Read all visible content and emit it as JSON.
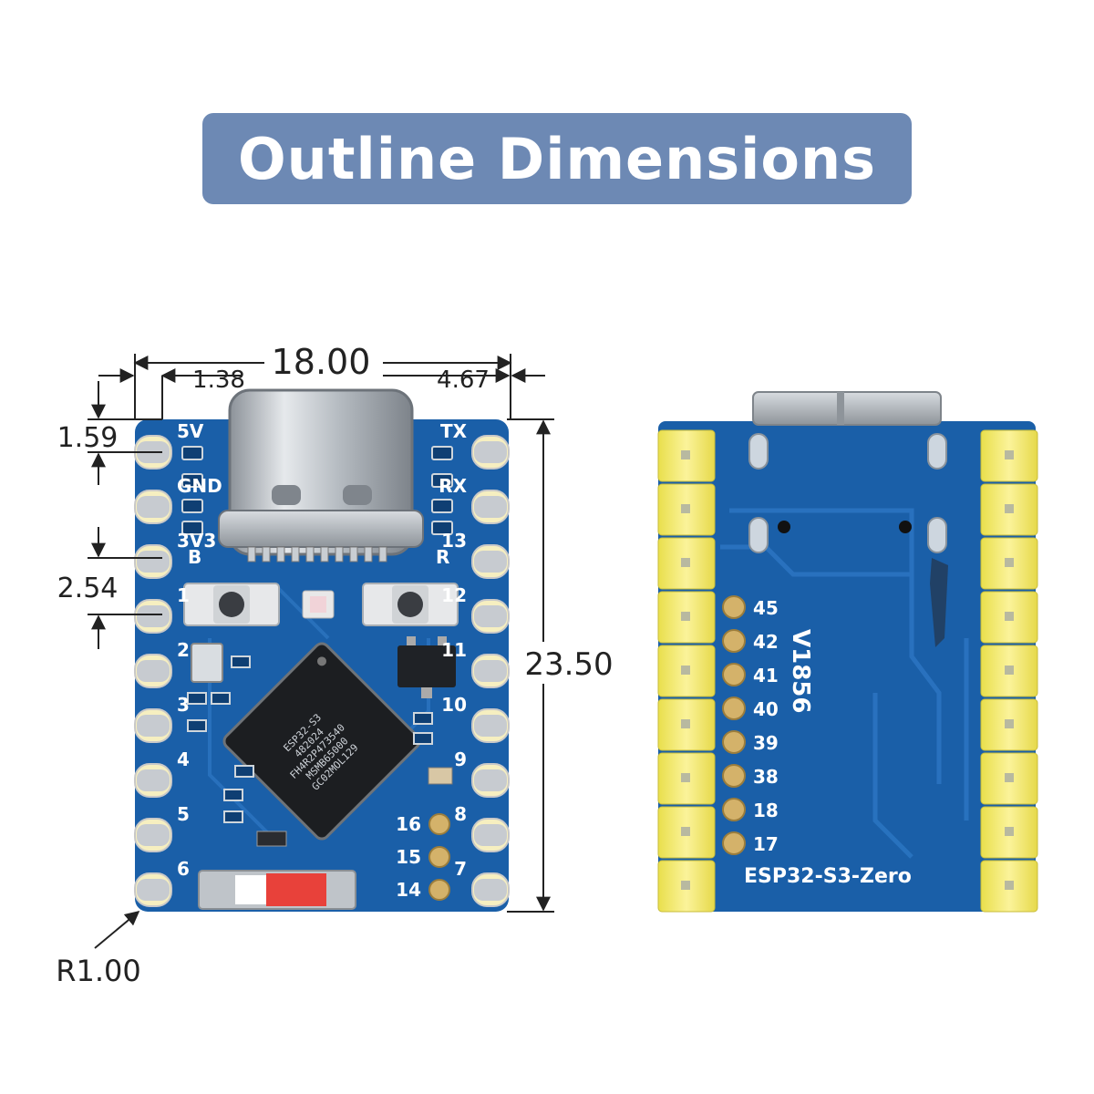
{
  "title": "Outline Dimensions",
  "dimensions": {
    "width": "18.00",
    "left_offset": "1.38",
    "right_offset": "4.67",
    "top_offset": "1.59",
    "pin_pitch": "2.54",
    "height": "23.50",
    "corner_radius": "R1.00"
  },
  "front_board": {
    "left_pins": [
      "5V",
      "GND",
      "3V3",
      "1",
      "2",
      "3",
      "4",
      "5",
      "6"
    ],
    "right_pins": [
      "TX",
      "RX",
      "13",
      "12",
      "11",
      "10",
      "9",
      "8",
      "7"
    ],
    "boot_label": "B",
    "reset_label": "R",
    "bottom_pads": [
      "16",
      "15",
      "14"
    ],
    "chip_text": [
      "ESP32-S3",
      "482024",
      "FH4R2P473540",
      "MSMB65000",
      "GC02MOL129"
    ]
  },
  "back_board": {
    "pads": [
      "45",
      "42",
      "41",
      "40",
      "39",
      "38",
      "18",
      "17"
    ],
    "version": "V1856",
    "name": "ESP32-S3-Zero"
  },
  "colors": {
    "pcb": "#1a5fa8",
    "header": "#f4ec6e",
    "banner": "#6d89b4"
  }
}
